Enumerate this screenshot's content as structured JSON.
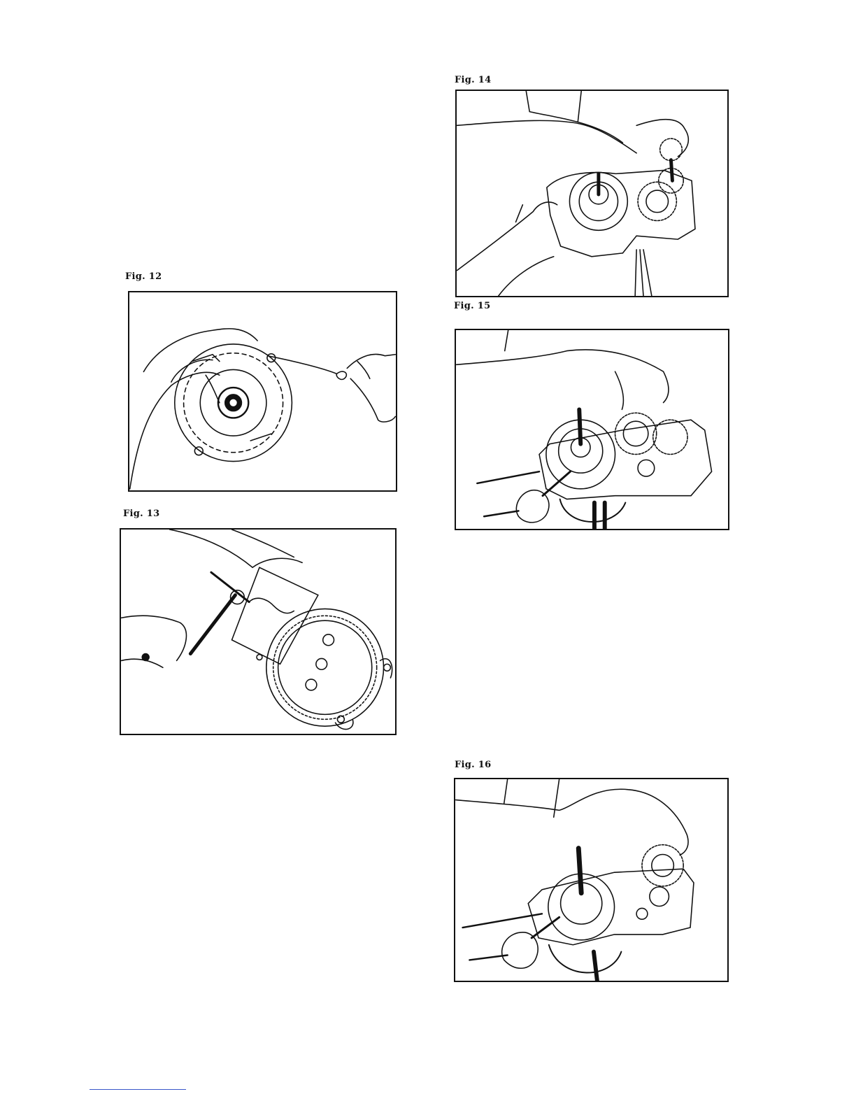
{
  "figures": [
    {
      "id": "fig12",
      "caption": "Fig. 12"
    },
    {
      "id": "fig13",
      "caption": "Fig. 13"
    },
    {
      "id": "fig14",
      "caption": "Fig. 14"
    },
    {
      "id": "fig15",
      "caption": "Fig. 15"
    },
    {
      "id": "fig16",
      "caption": "Fig. 16"
    }
  ],
  "colors": {
    "ink": "#111111",
    "footnote_rule": "#3a56c9"
  }
}
